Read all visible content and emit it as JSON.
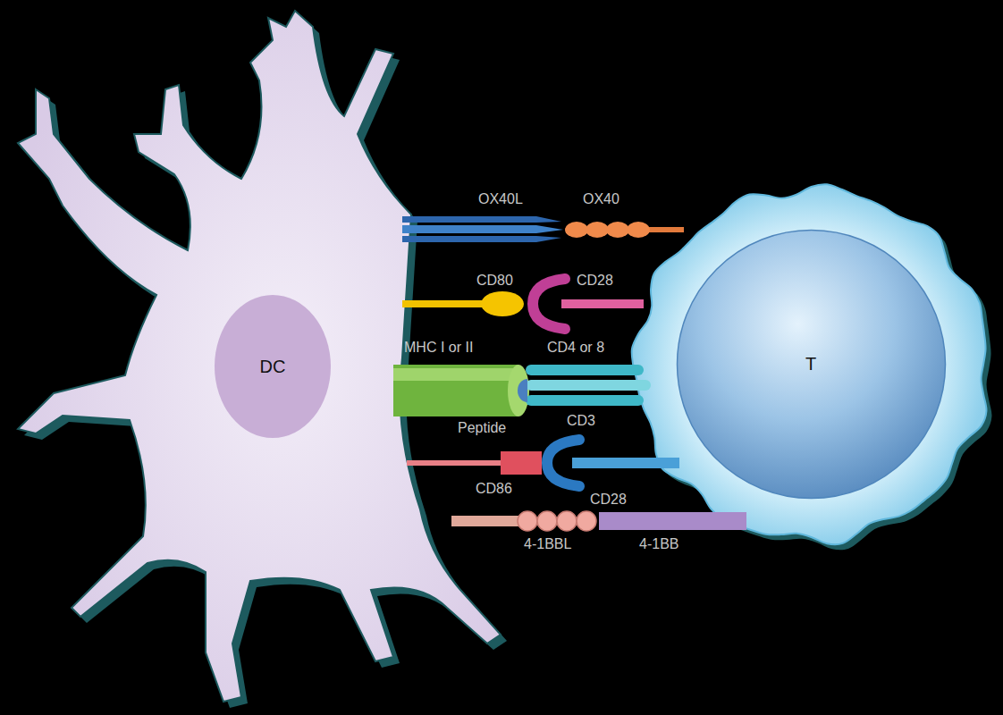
{
  "diagram": {
    "nodes": [
      {
        "text": [
          "DC"
        ]
      },
      {
        "text": [
          "T"
        ]
      }
    ],
    "labels": [
      "OX40L",
      "OX40",
      "CD80",
      "CD28",
      "MHC I or II",
      "CD4 or 8",
      "Peptide",
      "CD3",
      "CD86",
      "CD28",
      "4-1BBL",
      "4-1BB"
    ]
  }
}
